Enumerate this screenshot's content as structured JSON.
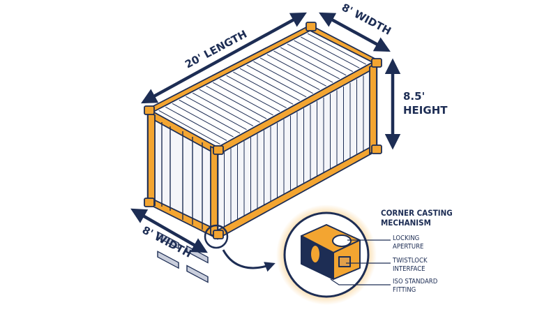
{
  "dimensions": {
    "length": "20' LENGTH",
    "width_top": "8' WIDTH",
    "height_value": "8.5'",
    "height_word": "HEIGHT",
    "width_bottom": "8' WIDTH"
  },
  "callout": {
    "title_line1": "CORNER CASTING",
    "title_line2": "MECHANISM",
    "labels": [
      {
        "line1": "LOCKING",
        "line2": "APERTURE"
      },
      {
        "line1": "TWISTLOCK",
        "line2": "INTERFACE"
      },
      {
        "line1": "ISO STANDARD",
        "line2": "FITTING"
      }
    ]
  },
  "colors": {
    "navy": "#1d2d54",
    "orange": "#f3a531",
    "white": "#ffffff",
    "light_gray": "#eef0f5"
  }
}
